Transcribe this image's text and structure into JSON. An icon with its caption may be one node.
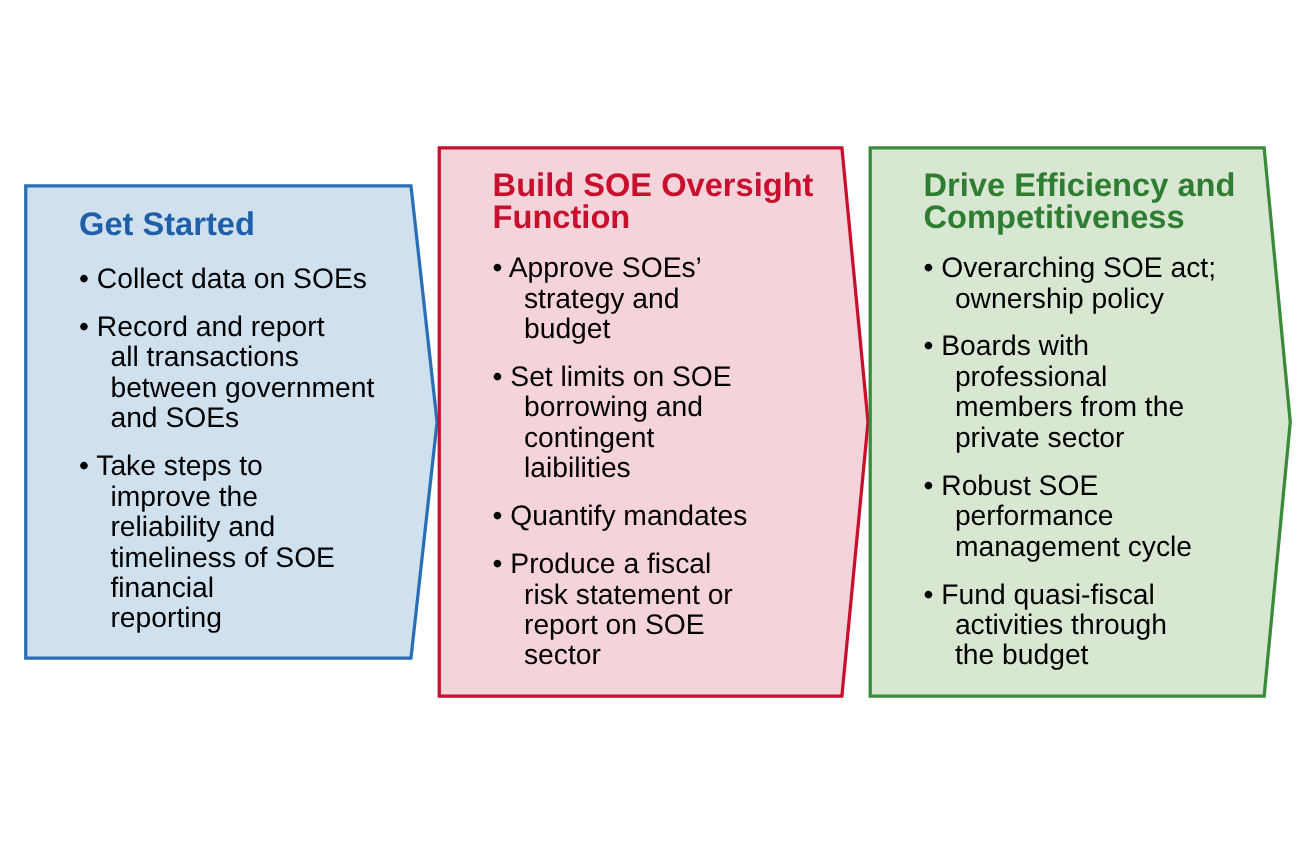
{
  "diagram": {
    "nodes": [
      {
        "text": [
          "Get Started",
          "• Collect data on SOEs",
          "• Record and report all transactions between government and SOEs",
          "• Take steps to improve the reliability and timeliness of SOE financial reporting"
        ]
      },
      {
        "text": [
          "Build SOE Oversight Function",
          "• Approve SOEs’ strategy and budget",
          "• Set limits on SOE borrowing and contingent laibilities",
          "• Quantify mandates",
          "• Produce a fiscal risk statement or report on SOE sector"
        ]
      },
      {
        "text": [
          "Drive Efficiency and Competitiveness",
          "• Overarching SOE act; ownership policy",
          "• Boards with professional members from the private sector",
          "• Robust SOE performance management cycle",
          "• Fund quasi-fiscal activities through the budget"
        ]
      }
    ]
  }
}
